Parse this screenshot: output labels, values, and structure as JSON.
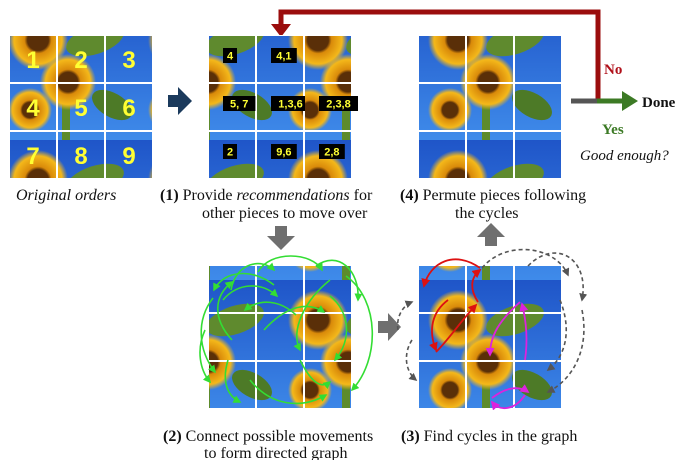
{
  "captions": {
    "original": "Original orders",
    "step1_num": "(1)",
    "step1_pre": " Provide ",
    "step1_em": "recommendations",
    "step1_post": " for",
    "step1_line2": "other pieces to move over",
    "step2_num": "(2)",
    "step2_line1": " Connect possible movements",
    "step2_line2": "to form directed graph",
    "step3_num": "(3)",
    "step3_line1": " Find cycles in the graph",
    "step4_num": "(4)",
    "step4_line1": " Permute pieces following",
    "step4_line2": "the cycles"
  },
  "decision": {
    "no": "No",
    "yes": "Yes",
    "done": "Done",
    "question": "Good enough?"
  },
  "grid_original": [
    "1",
    "2",
    "3",
    "4",
    "5",
    "6",
    "7",
    "8",
    "9"
  ],
  "grid_recommendations": [
    "4",
    "4,1",
    "",
    "5, 7",
    "1,3,6",
    "2,3,8",
    "2",
    "9,6",
    "2,8"
  ],
  "colors": {
    "feedback_arrow": "#9b0d0d",
    "no_text": "#b0101a",
    "yes_arrow": "#3c7a25",
    "yes_text": "#3c7a25",
    "flow_arrow": "#1b3a5c",
    "step_arrow": "#6f6f6f",
    "graph_edges": "#33dd33",
    "cycle_red": "#dd1111",
    "cycle_magenta": "#dd22dd",
    "cycle_gray": "#555555",
    "number_yellow": "#ffff33"
  }
}
